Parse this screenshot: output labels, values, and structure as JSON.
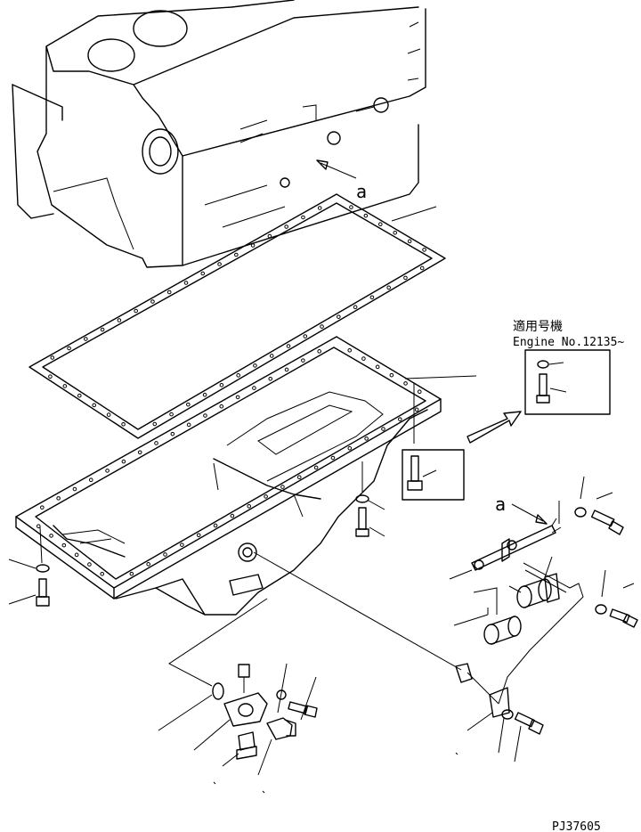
{
  "callout_a_block": "a",
  "callout_a_tube": "a",
  "applicability": {
    "line1": "適用号機",
    "line2": "Engine No.12135~"
  },
  "drawing_code": "PJ37605"
}
